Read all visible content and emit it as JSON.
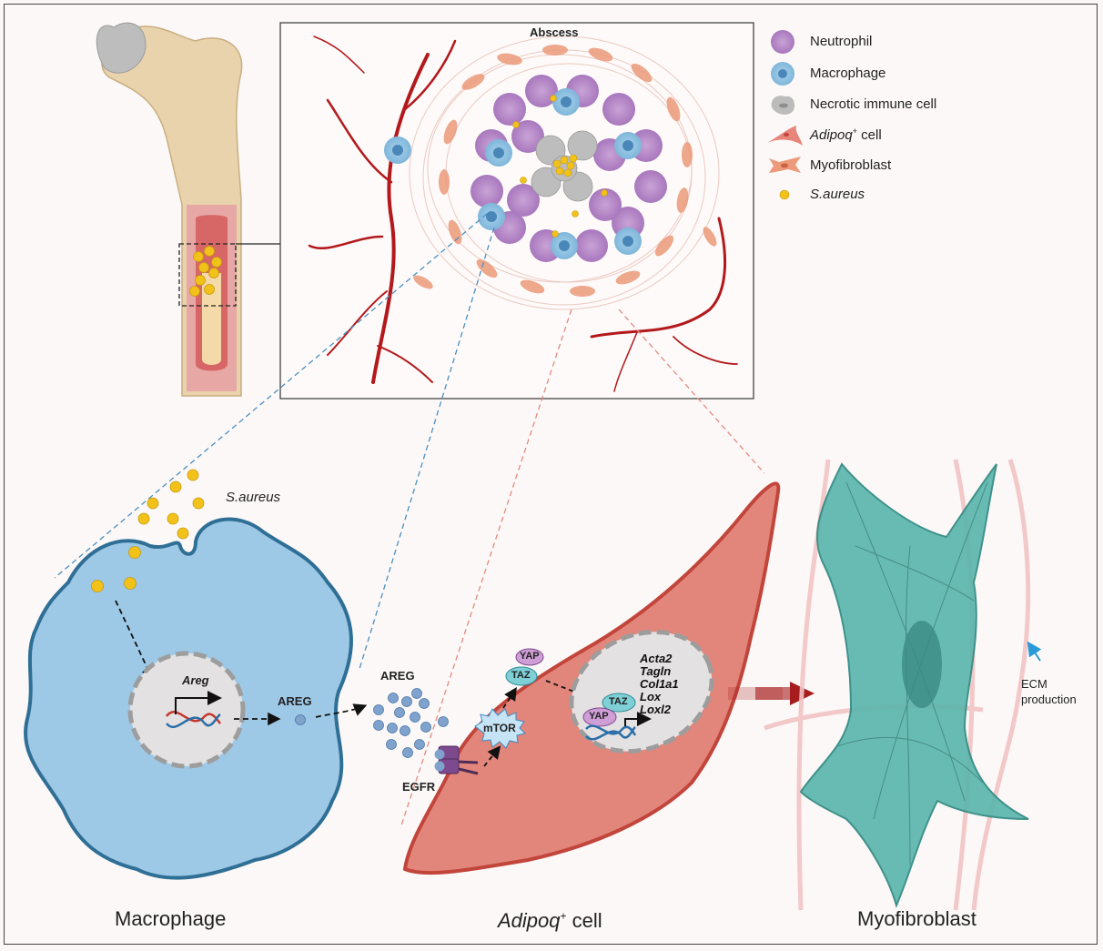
{
  "title_box": {
    "label": "Abscess"
  },
  "legend": {
    "items": [
      {
        "icon": "neutrophil-icon",
        "label": "Neutrophil",
        "italic_part": "",
        "color": "#b98ac8"
      },
      {
        "icon": "macrophage-icon",
        "label": "Macrophage",
        "italic_part": "",
        "color": "#7fb8dc"
      },
      {
        "icon": "necrotic-cell-icon",
        "label": "Necrotic immune cell",
        "italic_part": "",
        "color": "#b3b3b3"
      },
      {
        "icon": "adipoq-cell-icon",
        "label": " cell",
        "italic_part": "Adipoq",
        "superscript": "+",
        "color": "#e8857a"
      },
      {
        "icon": "myofibroblast-icon",
        "label": "Myofibroblast",
        "italic_part": "",
        "color": "#ec9a7a"
      },
      {
        "icon": "s-aureus-icon",
        "label": "S.aureus",
        "italic_part": "S.aureus",
        "color": "#f2c21a"
      }
    ]
  },
  "macrophage_panel": {
    "bacteria_label": "S.aureus",
    "gene_label": "Areg",
    "protein_label": "AREG"
  },
  "signaling": {
    "ligand_label": "AREG",
    "receptor_label": "EGFR",
    "kinase_label": "mTOR",
    "yap_label": "YAP",
    "taz_label": "TAZ",
    "nuclear_yap_label": "YAP",
    "nuclear_taz_label": "TAZ",
    "target_genes": [
      "Acta2",
      "Tagln",
      "Col1a1",
      "Lox",
      "Loxl2"
    ]
  },
  "myofibroblast_panel": {
    "ecm_label_line1": "ECM",
    "ecm_label_line2": "production"
  },
  "bottom_titles": {
    "macrophage": "Macrophage",
    "adipoq_italic": "Adipoq",
    "adipoq_sup": "+",
    "adipoq_rest": " cell",
    "myofibroblast": "Myofibroblast"
  },
  "colors": {
    "macrophage_blue": "#9dc8e6",
    "macrophage_border": "#2f6f96",
    "adipoq_red": "#e2867b",
    "adipoq_border": "#c2453c",
    "myofibroblast_teal": "#5cb6ad",
    "vessel_red": "#b3191c",
    "bacteria_yellow": "#f2c21a",
    "nucleus_gray": "#e3e1e1",
    "dash_blue": "#4d8fc2",
    "dash_red": "#e48a80"
  }
}
